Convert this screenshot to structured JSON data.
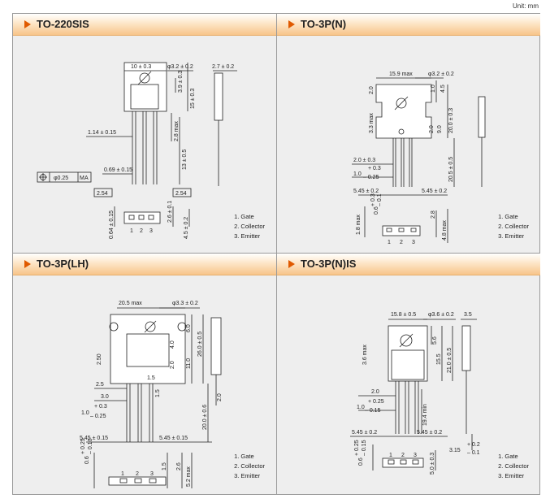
{
  "unit_label": "Unit: mm",
  "legend": [
    "1. Gate",
    "2. Collector",
    "3. Emitter"
  ],
  "panels": [
    {
      "title": "TO-220SIS",
      "dims": {
        "top_width": "10 ± 0.3",
        "hole": "φ3.2 ± 0.2",
        "side_thk": "2.7 ± 0.2",
        "v1": "3.9 ± 0.3",
        "v2": "15 ± 0.3",
        "v3": "2.8 max",
        "v4": "13 ± 0.5",
        "lead_w": "1.14 ± 0.15",
        "lead_t": "0.69 ± 0.15",
        "pitch1": "2.54",
        "pitch2": "2.54",
        "tol_box": "φ0.25",
        "tol_m": "M",
        "tol_a": "A",
        "b1": "0.64 ± 0.15",
        "b2": "2.6 ± 0.1",
        "b3": "4.5 ± 0.2",
        "pins": [
          "1",
          "2",
          "3"
        ]
      }
    },
    {
      "title": "TO-3P(N)",
      "dims": {
        "top_width": "15.9 max",
        "hole": "φ3.2 ± 0.2",
        "v1": "2.0",
        "v2": "1.0",
        "v3": "4.5",
        "v4": "3.3 max",
        "v5": "2.0",
        "v6": "9.0",
        "v7": "20.0 ± 0.3",
        "v8": "20.5 ± 0.5",
        "l1": "2.0 ± 0.3",
        "l2a": "+ 0.3",
        "l2b": "1.0",
        "l2c": "– 0.25",
        "pitch1": "5.45 ± 0.2",
        "pitch2": "5.45 ± 0.2",
        "b1": "1.8 max",
        "b2a": "+ 0.3",
        "b2b": "0.6",
        "b2c": "– 0.1",
        "b3": "2.8",
        "b4": "4.8 max",
        "pins": [
          "1",
          "2",
          "3"
        ]
      }
    },
    {
      "title": "TO-3P(LH)",
      "dims": {
        "top_width": "20.5 max",
        "hole": "φ3.3 ± 0.2",
        "v1": "6.0",
        "v2": "26.0 ± 0.5",
        "v3": "4.0",
        "v4": "11.0",
        "v5": "2.0",
        "v6": "2.50",
        "v7": "1.5",
        "v8": "1.5",
        "v9": "20.0 ± 0.6",
        "v10": "2.0",
        "l1": "2.5",
        "l2": "3.0",
        "l3a": "+ 0.3",
        "l3b": "1.0",
        "l3c": "– 0.25",
        "pitch1": "5.45 ± 0.15",
        "pitch2": "5.45 ± 0.15",
        "b1a": "+ 0.25",
        "b1b": "0.6",
        "b1c": "– 0.10",
        "b2": "1.5",
        "b3": "2.6",
        "b4": "5.2 max",
        "pins": [
          "1",
          "2",
          "3"
        ]
      }
    },
    {
      "title": "TO-3P(N)IS",
      "dims": {
        "top_width": "15.8 ± 0.5",
        "hole": "φ3.6 ± 0.2",
        "side_thk": "3.5",
        "v1": "3.6 max",
        "v2": "5.6",
        "v3": "15.5",
        "v4": "21.0 ± 0.5",
        "v5": "19.4 min",
        "l1": "2.0",
        "l2a": "+ 0.25",
        "l2b": "1.0",
        "l2c": "– 0.15",
        "pitch1": "5.45 ± 0.2",
        "pitch2": "5.45 ± 0.2",
        "side_l_a": "+ 0.2",
        "side_l_b": "3.15",
        "side_l_c": "– 0.1",
        "b1a": "+ 0.25",
        "b1b": "0.6",
        "b1c": "– 0.15",
        "b2": "5.0 ± 0.3",
        "pins": [
          "1",
          "2",
          "3"
        ]
      }
    }
  ]
}
